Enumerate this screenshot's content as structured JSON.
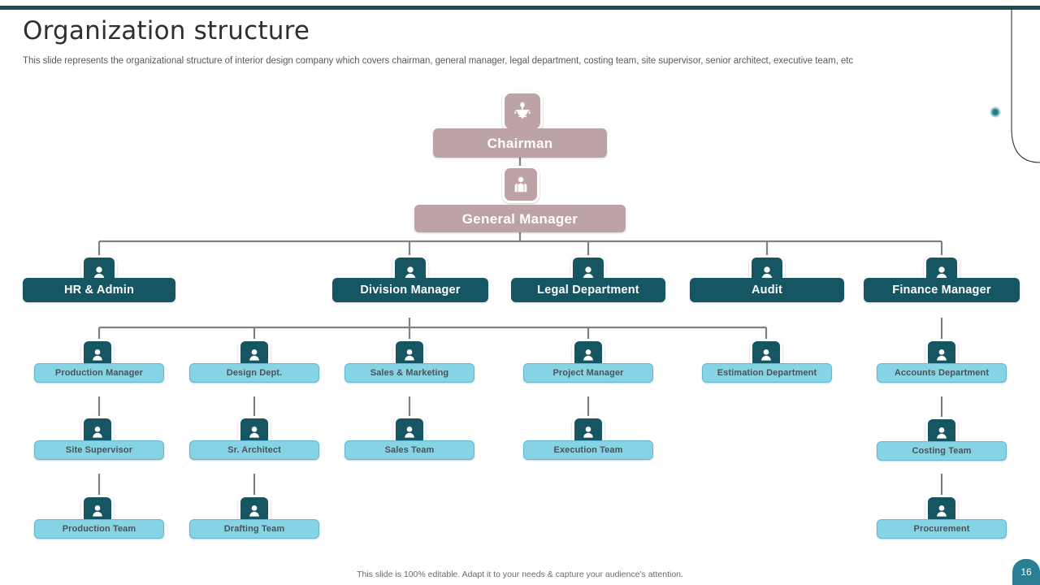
{
  "header": {
    "title": "Organization structure",
    "subtitle": "This slide represents the organizational structure of interior design company which covers chairman, general manager, legal department, costing team, site supervisor, senior architect, executive team, etc"
  },
  "footer": {
    "note": "This slide is 100% editable. Adapt it to your needs & capture your audience's attention.",
    "page_number": "16"
  },
  "colors": {
    "top_bar": "#1d4e56",
    "tier_top": "#bda2a6",
    "tier_two": "#165663",
    "tier_light": "#86d3e6",
    "connector": "#808080",
    "accent_dot": "#1d7f8c"
  },
  "chart_data": {
    "type": "diagram",
    "title": "Organization structure",
    "nodes": [
      {
        "id": "chairman",
        "label": "Chairman",
        "tier": "top",
        "icon": "chairman-icon"
      },
      {
        "id": "gm",
        "label": "General Manager",
        "tier": "top",
        "icon": "manager-icon"
      },
      {
        "id": "hr",
        "label": "HR & Admin",
        "tier": "two",
        "icon": "person-icon"
      },
      {
        "id": "division",
        "label": "Division Manager",
        "tier": "two",
        "icon": "person-icon"
      },
      {
        "id": "legal",
        "label": "Legal Department",
        "tier": "two",
        "icon": "person-icon"
      },
      {
        "id": "audit",
        "label": "Audit",
        "tier": "two",
        "icon": "person-icon"
      },
      {
        "id": "finance",
        "label": "Finance Manager",
        "tier": "two",
        "icon": "person-icon"
      },
      {
        "id": "prodmgr",
        "label": "Production Manager",
        "tier": "light",
        "icon": "person-icon"
      },
      {
        "id": "design",
        "label": "Design Dept.",
        "tier": "light",
        "icon": "person-icon"
      },
      {
        "id": "sales",
        "label": "Sales & Marketing",
        "tier": "light",
        "icon": "person-icon"
      },
      {
        "id": "projmgr",
        "label": "Project Manager",
        "tier": "light",
        "icon": "person-icon"
      },
      {
        "id": "estimation",
        "label": "Estimation Department",
        "tier": "light",
        "icon": "person-icon"
      },
      {
        "id": "accounts",
        "label": "Accounts Department",
        "tier": "light",
        "icon": "person-icon"
      },
      {
        "id": "site",
        "label": "Site Supervisor",
        "tier": "light",
        "icon": "person-icon"
      },
      {
        "id": "srarch",
        "label": "Sr. Architect",
        "tier": "light",
        "icon": "person-icon"
      },
      {
        "id": "salesteam",
        "label": "Sales Team",
        "tier": "light",
        "icon": "person-icon"
      },
      {
        "id": "execution",
        "label": "Execution Team",
        "tier": "light",
        "icon": "person-icon"
      },
      {
        "id": "costing",
        "label": "Costing Team",
        "tier": "light",
        "icon": "person-icon"
      },
      {
        "id": "prodteam",
        "label": "Production Team",
        "tier": "light",
        "icon": "person-icon"
      },
      {
        "id": "drafting",
        "label": "Drafting Team",
        "tier": "light",
        "icon": "person-icon"
      },
      {
        "id": "procure",
        "label": "Procurement",
        "tier": "light",
        "icon": "person-icon"
      }
    ],
    "edges": [
      {
        "from": "chairman",
        "to": "gm"
      },
      {
        "from": "gm",
        "to": "hr"
      },
      {
        "from": "gm",
        "to": "division"
      },
      {
        "from": "gm",
        "to": "legal"
      },
      {
        "from": "gm",
        "to": "audit"
      },
      {
        "from": "gm",
        "to": "finance"
      },
      {
        "from": "division",
        "to": "prodmgr"
      },
      {
        "from": "division",
        "to": "design"
      },
      {
        "from": "division",
        "to": "sales"
      },
      {
        "from": "division",
        "to": "projmgr"
      },
      {
        "from": "division",
        "to": "estimation"
      },
      {
        "from": "finance",
        "to": "accounts"
      },
      {
        "from": "prodmgr",
        "to": "site"
      },
      {
        "from": "design",
        "to": "srarch"
      },
      {
        "from": "sales",
        "to": "salesteam"
      },
      {
        "from": "projmgr",
        "to": "execution"
      },
      {
        "from": "accounts",
        "to": "costing"
      },
      {
        "from": "site",
        "to": "prodteam"
      },
      {
        "from": "srarch",
        "to": "drafting"
      },
      {
        "from": "costing",
        "to": "procure"
      }
    ]
  }
}
